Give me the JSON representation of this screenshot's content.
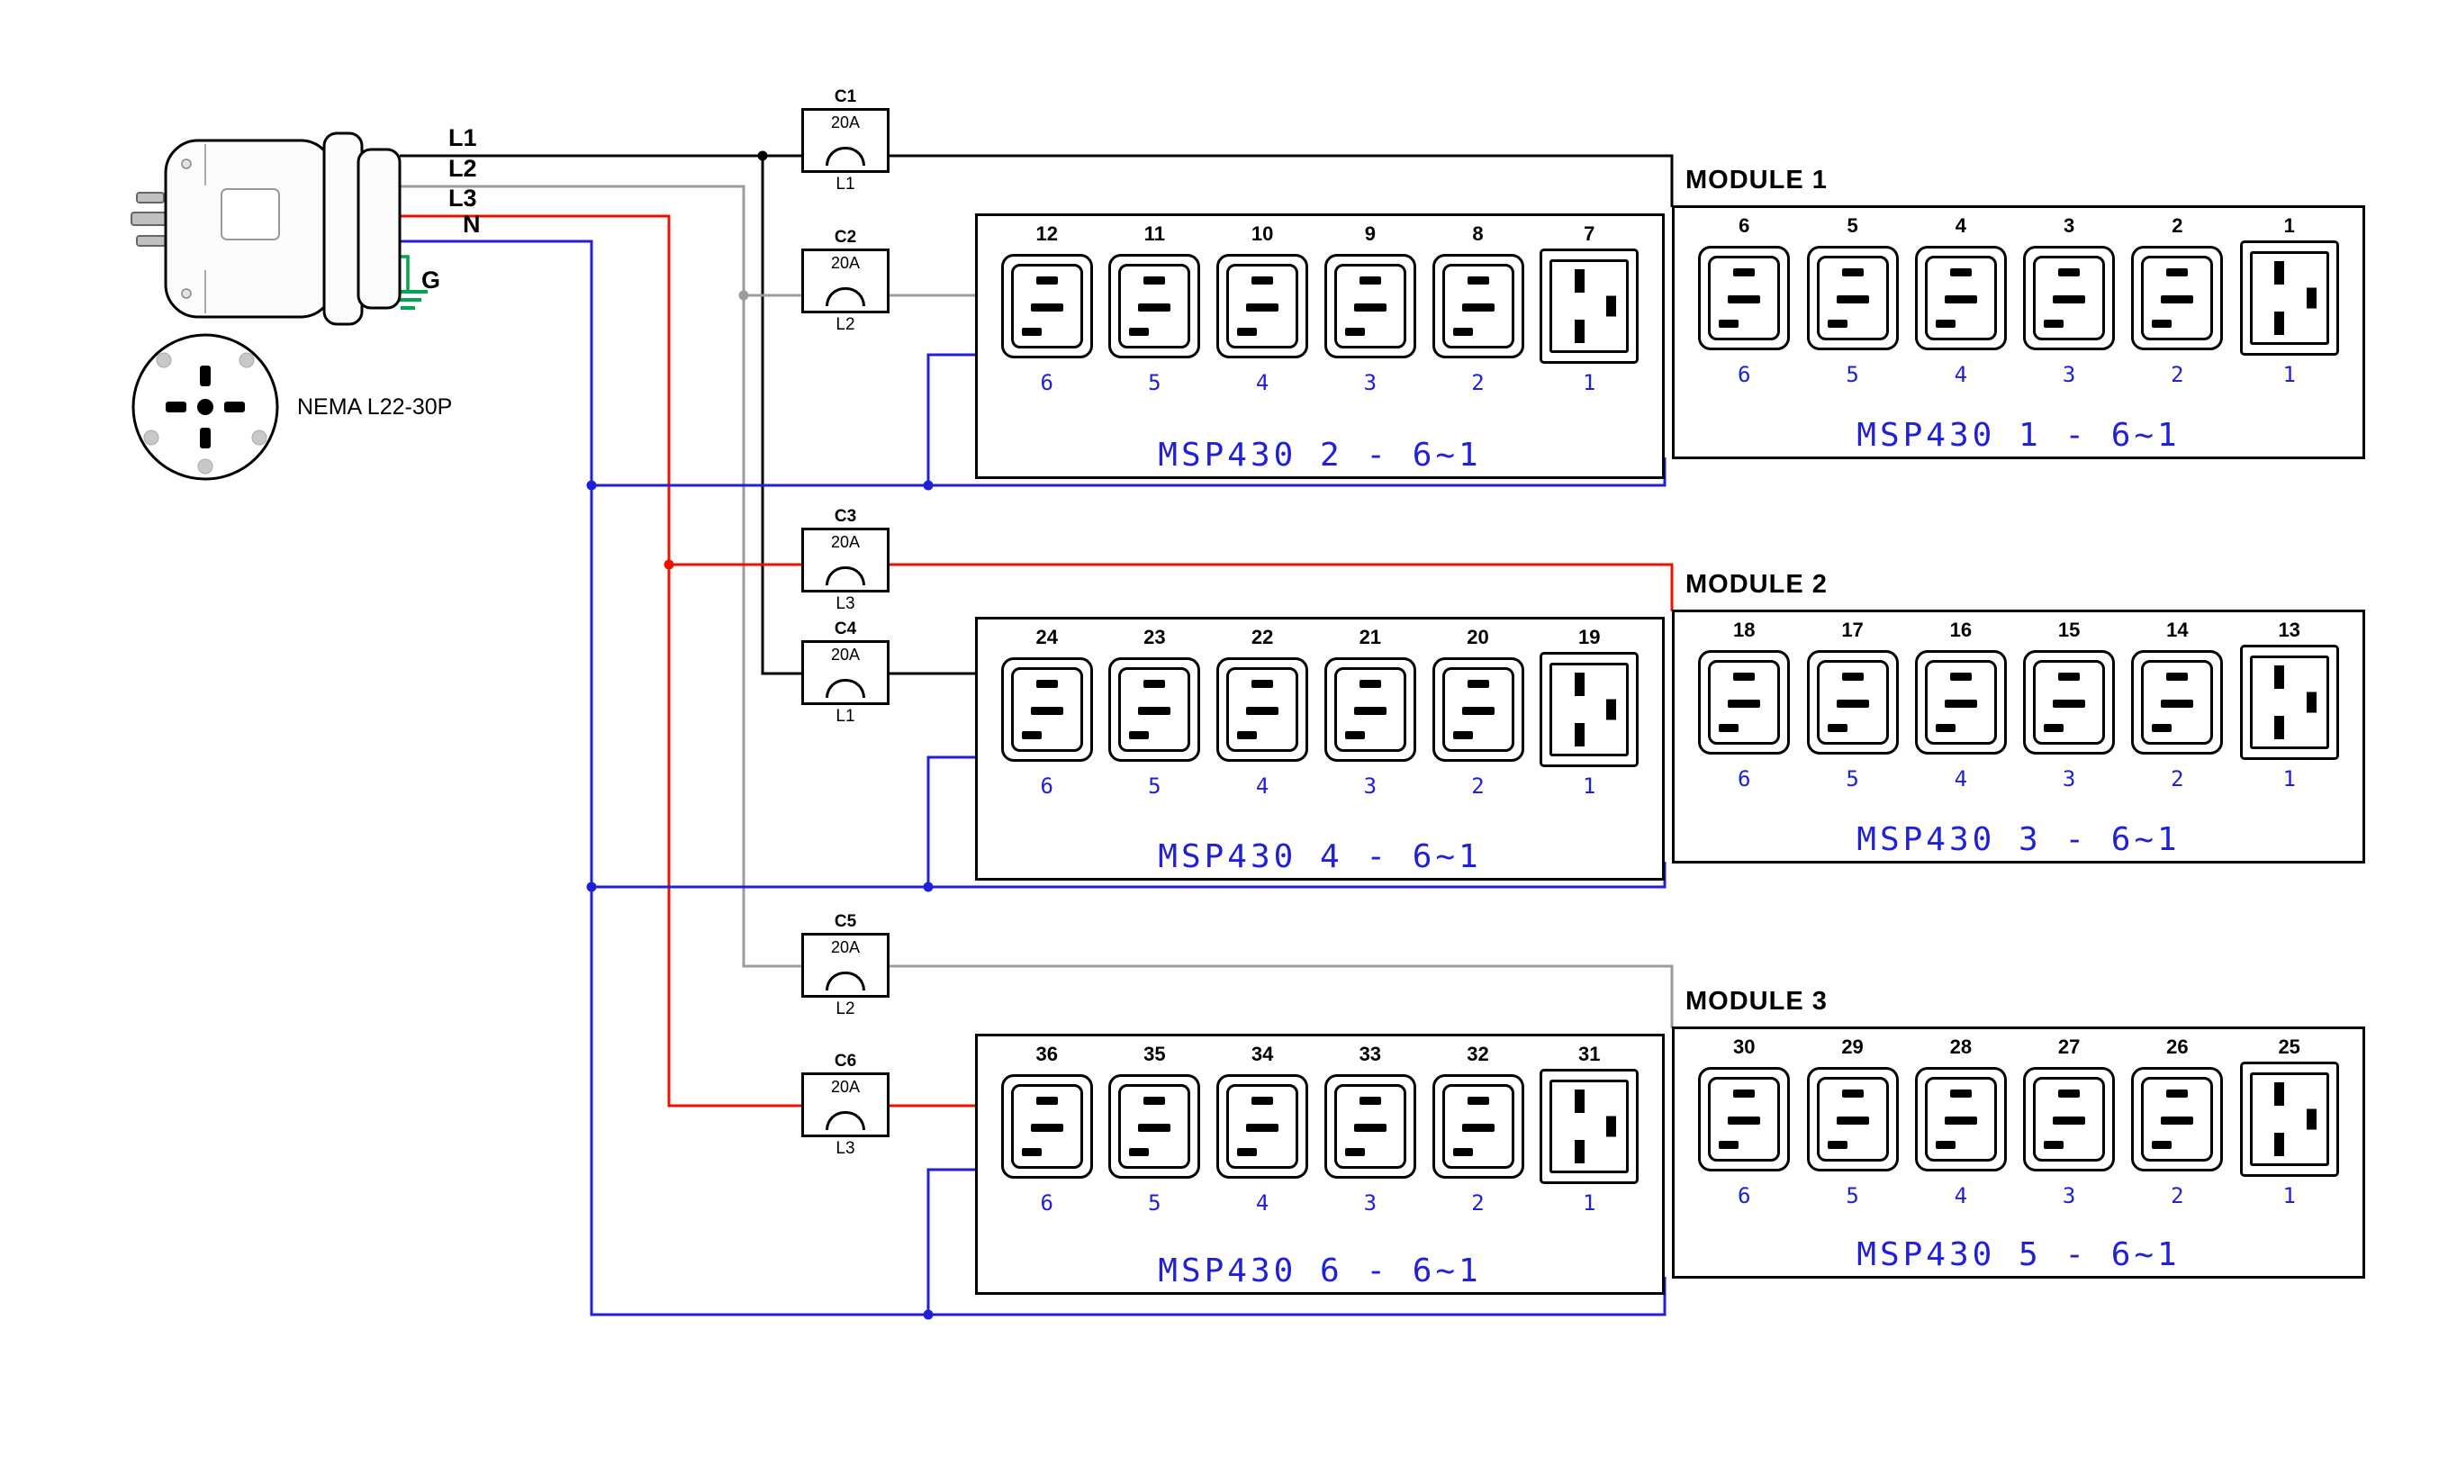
{
  "plug": {
    "label": "NEMA L22-30P",
    "wire_labels": [
      "L1",
      "L2",
      "L3",
      "N",
      "G"
    ]
  },
  "breakers": [
    {
      "id": "C1",
      "rating": "20A",
      "phase": "L1"
    },
    {
      "id": "C2",
      "rating": "20A",
      "phase": "L2"
    },
    {
      "id": "C3",
      "rating": "20A",
      "phase": "L3"
    },
    {
      "id": "C4",
      "rating": "20A",
      "phase": "L1"
    },
    {
      "id": "C5",
      "rating": "20A",
      "phase": "L2"
    },
    {
      "id": "C6",
      "rating": "20A",
      "phase": "L3"
    }
  ],
  "modules": [
    {
      "name": "MODULE 1",
      "banks": [
        {
          "side": "left",
          "title": "MSP430 2 - 6~1",
          "outlet_numbers": [
            "12",
            "11",
            "10",
            "9",
            "8",
            "7"
          ],
          "socket_positions": [
            "6",
            "5",
            "4",
            "3",
            "2",
            "1"
          ],
          "socket_types": [
            "C13",
            "C13",
            "C13",
            "C13",
            "C13",
            "C19"
          ]
        },
        {
          "side": "right",
          "title": "MSP430 1 - 6~1",
          "outlet_numbers": [
            "6",
            "5",
            "4",
            "3",
            "2",
            "1"
          ],
          "socket_positions": [
            "6",
            "5",
            "4",
            "3",
            "2",
            "1"
          ],
          "socket_types": [
            "C13",
            "C13",
            "C13",
            "C13",
            "C13",
            "C19"
          ]
        }
      ]
    },
    {
      "name": "MODULE 2",
      "banks": [
        {
          "side": "left",
          "title": "MSP430 4 - 6~1",
          "outlet_numbers": [
            "24",
            "23",
            "22",
            "21",
            "20",
            "19"
          ],
          "socket_positions": [
            "6",
            "5",
            "4",
            "3",
            "2",
            "1"
          ],
          "socket_types": [
            "C13",
            "C13",
            "C13",
            "C13",
            "C13",
            "C19"
          ]
        },
        {
          "side": "right",
          "title": "MSP430 3 - 6~1",
          "outlet_numbers": [
            "18",
            "17",
            "16",
            "15",
            "14",
            "13"
          ],
          "socket_positions": [
            "6",
            "5",
            "4",
            "3",
            "2",
            "1"
          ],
          "socket_types": [
            "C13",
            "C13",
            "C13",
            "C13",
            "C13",
            "C19"
          ]
        }
      ]
    },
    {
      "name": "MODULE 3",
      "banks": [
        {
          "side": "left",
          "title": "MSP430 6 - 6~1",
          "outlet_numbers": [
            "36",
            "35",
            "34",
            "33",
            "32",
            "31"
          ],
          "socket_positions": [
            "6",
            "5",
            "4",
            "3",
            "2",
            "1"
          ],
          "socket_types": [
            "C13",
            "C13",
            "C13",
            "C13",
            "C13",
            "C19"
          ]
        },
        {
          "side": "right",
          "title": "MSP430 5 - 6~1",
          "outlet_numbers": [
            "30",
            "29",
            "28",
            "27",
            "26",
            "25"
          ],
          "socket_positions": [
            "6",
            "5",
            "4",
            "3",
            "2",
            "1"
          ],
          "socket_types": [
            "C13",
            "C13",
            "C13",
            "C13",
            "C13",
            "C19"
          ]
        }
      ]
    }
  ],
  "colors": {
    "l1_black": "#000000",
    "l2_gray": "#9c9c9c",
    "l3_red": "#ee1100",
    "neutral_blue": "#2020d8",
    "ground_green": "#00a651",
    "label_blue": "#2020d8"
  }
}
